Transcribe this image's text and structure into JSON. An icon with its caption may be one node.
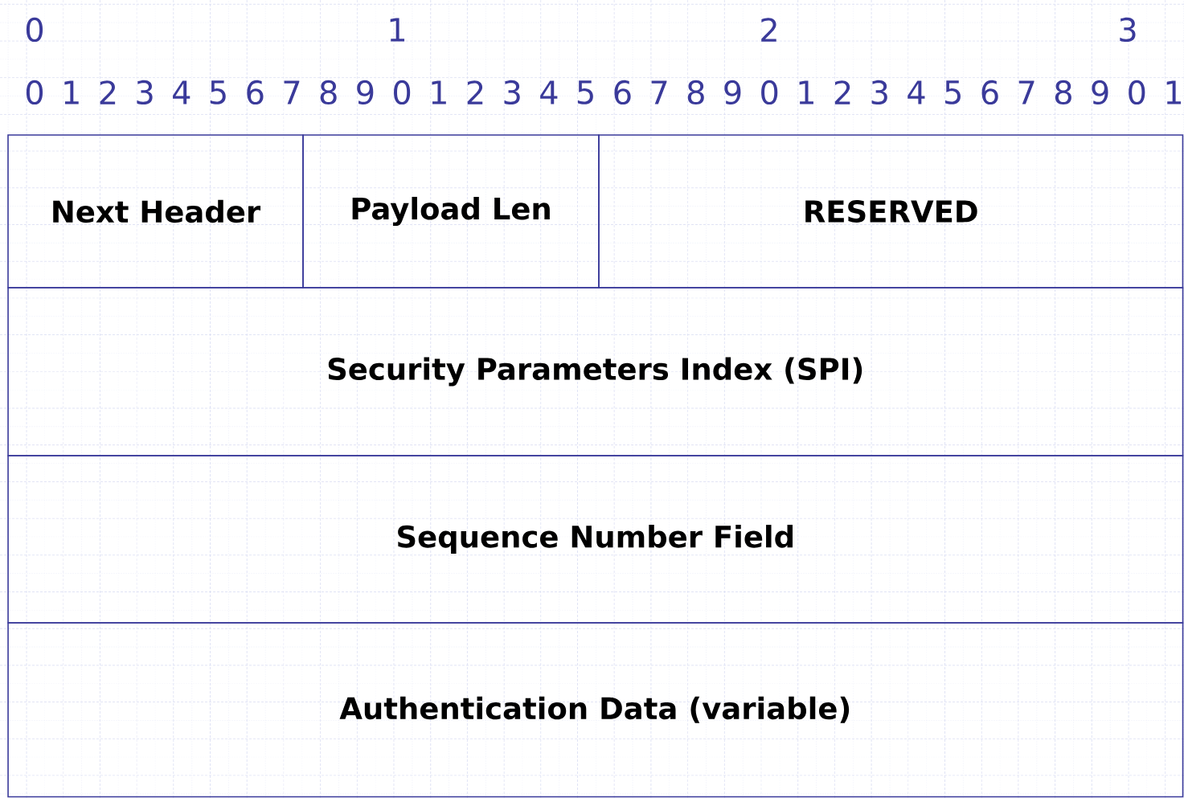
{
  "diagram": {
    "nodes": [
      {
        "text": [
          "Next Header"
        ]
      },
      {
        "text": [
          "Payload Len"
        ]
      },
      {
        "text": [
          "RESERVED"
        ]
      },
      {
        "text": [
          "Security Parameters Index (SPI)"
        ]
      },
      {
        "text": [
          "Sequence Number Field"
        ]
      },
      {
        "text": [
          "Authentication Data (variable)"
        ]
      }
    ],
    "labels": [
      "0",
      "1",
      "2",
      "3",
      "0",
      "1",
      "2",
      "3",
      "4",
      "5",
      "6",
      "7",
      "8",
      "9",
      "0",
      "1",
      "2",
      "3",
      "4",
      "5",
      "6",
      "7",
      "8",
      "9",
      "0",
      "1",
      "2",
      "3",
      "4",
      "5",
      "6",
      "7",
      "8",
      "9",
      "0",
      "1"
    ]
  }
}
